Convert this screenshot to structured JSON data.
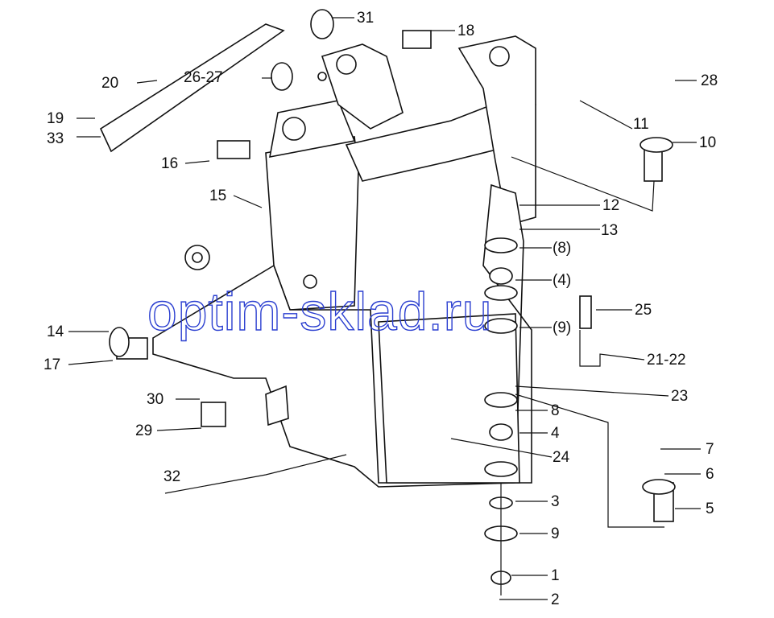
{
  "diagram": {
    "watermark": "optim-sklad.ru",
    "watermark_color": "#2b3fd0",
    "callouts": {
      "c31": "31",
      "c18": "18",
      "c20": "20",
      "c26_27": "26-27",
      "c19": "19",
      "c33": "33",
      "c16": "16",
      "c15": "15",
      "c28": "28",
      "c11": "11",
      "c10": "10",
      "c12": "12",
      "c13": "13",
      "c8p": "(8)",
      "c4p": "(4)",
      "c25": "25",
      "c9p": "(9)",
      "c14": "14",
      "c17": "17",
      "c21_22": "21-22",
      "c23": "23",
      "c30": "30",
      "c8": "8",
      "c29": "29",
      "c4": "4",
      "c7": "7",
      "c24": "24",
      "c6": "6",
      "c32": "32",
      "c3": "3",
      "c5": "5",
      "c9": "9",
      "c1": "1",
      "c2": "2"
    }
  }
}
